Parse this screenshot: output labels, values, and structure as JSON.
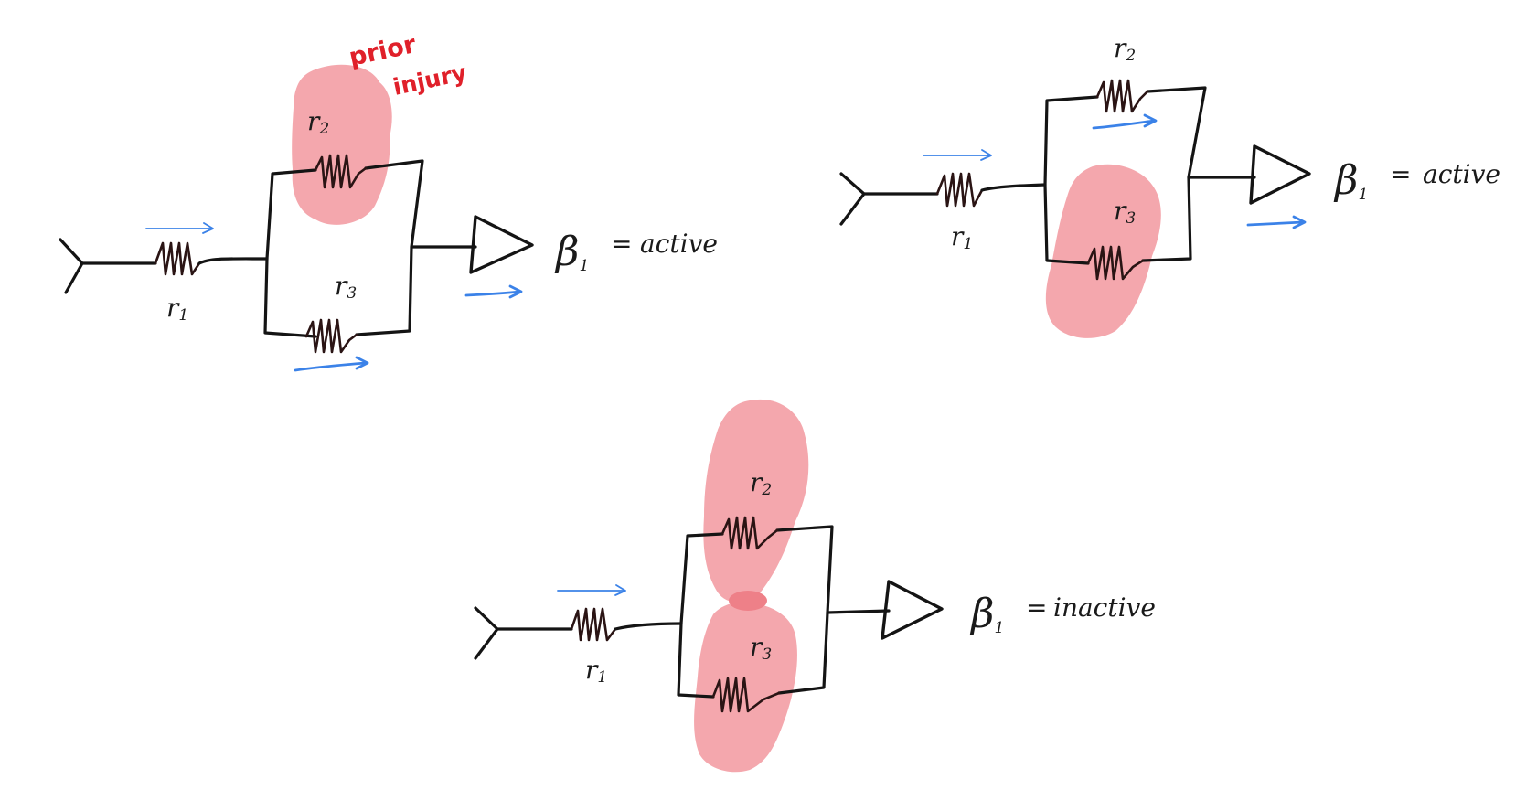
{
  "annotation": {
    "prior_injury_line1": "prior",
    "prior_injury_line2": "injury"
  },
  "circuits": [
    {
      "r1": "r",
      "r1_sub": "1",
      "r2": "r",
      "r2_sub": "2",
      "r3": "r",
      "r3_sub": "3",
      "output": "β",
      "output_sub": "1",
      "equals": "=",
      "state": "active",
      "injured": [
        "r2"
      ]
    },
    {
      "r1": "r",
      "r1_sub": "1",
      "r2": "r",
      "r2_sub": "2",
      "r3": "r",
      "r3_sub": "3",
      "output": "β",
      "output_sub": "1",
      "equals": "=",
      "state": "active",
      "injured": [
        "r3"
      ]
    },
    {
      "r1": "r",
      "r1_sub": "1",
      "r2": "r",
      "r2_sub": "2",
      "r3": "r",
      "r3_sub": "3",
      "output": "β",
      "output_sub": "1",
      "equals": "=",
      "state": "inactive",
      "injured": [
        "r2",
        "r3"
      ]
    }
  ],
  "colors": {
    "active": "#3b82e8",
    "inactive": "#e8343c",
    "injury_fill": "#f4a7ad",
    "injury_overlap": "#ee8088",
    "annotation": "#e0202a",
    "wire": "#141414"
  },
  "icons": {
    "input": "neuron-input-icon",
    "output": "amplifier-triangle-icon",
    "flow": "arrow-right-icon"
  }
}
